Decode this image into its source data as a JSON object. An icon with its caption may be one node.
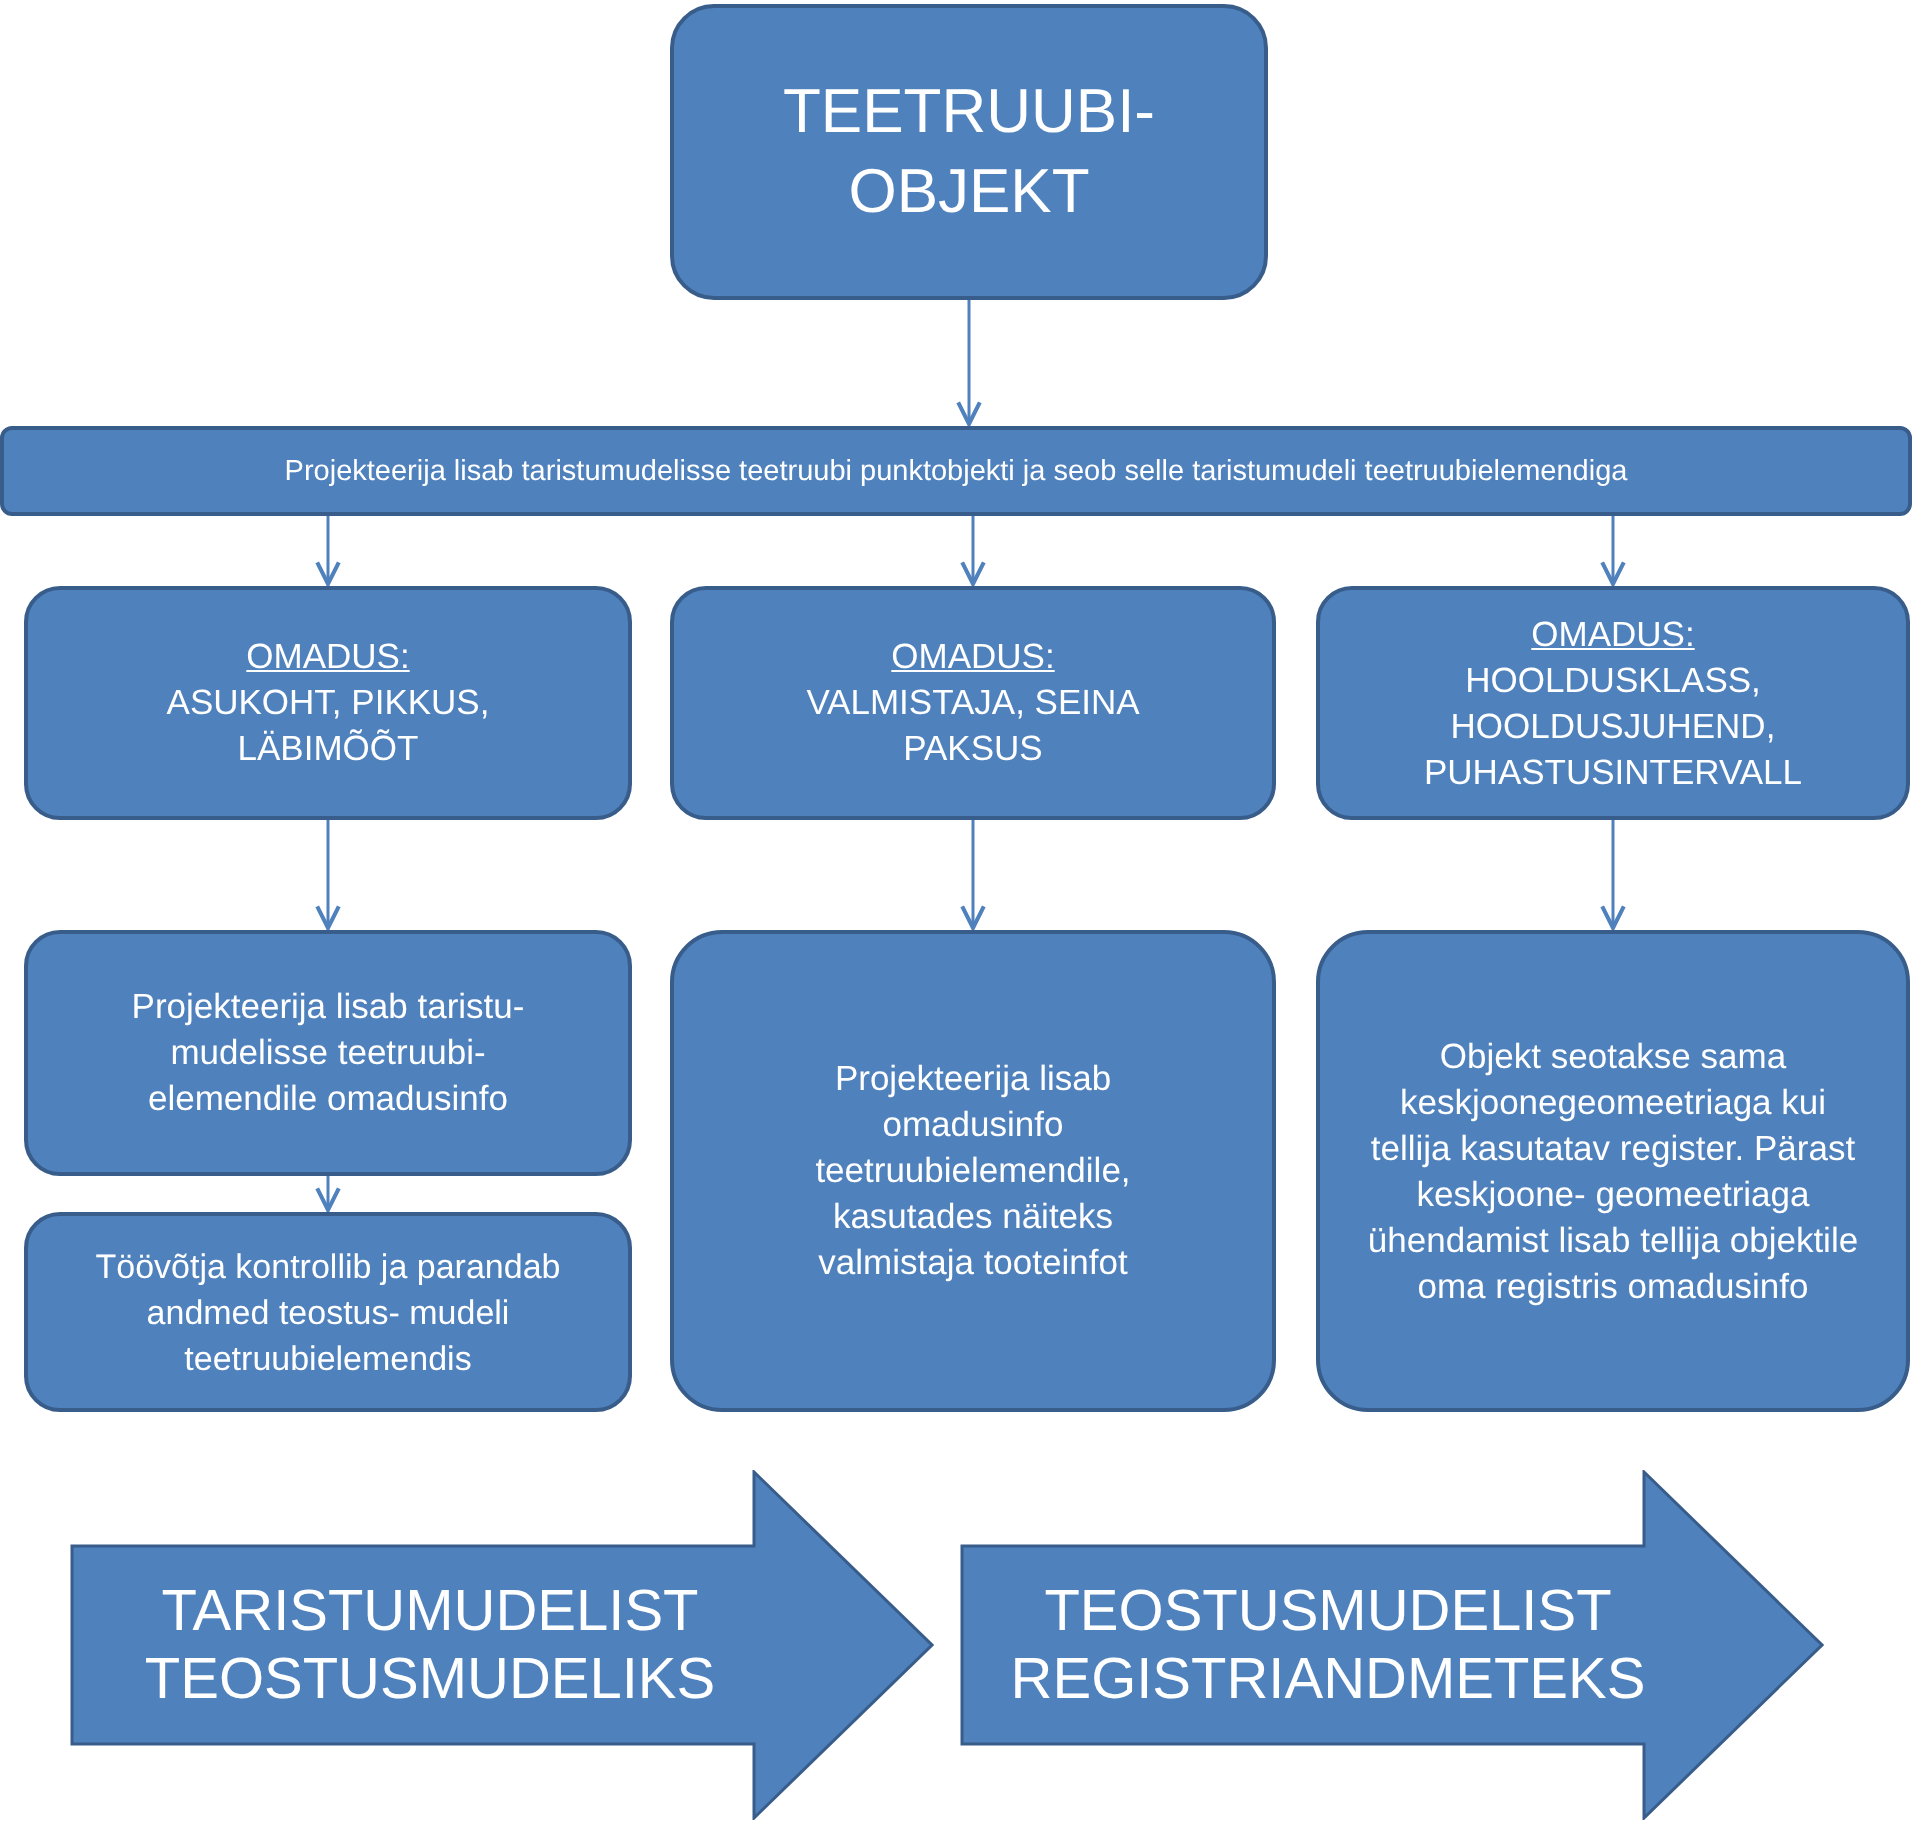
{
  "diagram": {
    "nodes": [
      {
        "text": [
          "TEETRUUBI- OBJEKT"
        ]
      },
      {
        "text": [
          "Projekteerija lisab taristumudelisse teetruubi punktobjekti ja seob selle taristumudeli teetruubielemendiga"
        ]
      },
      {
        "text": [
          "OMADUS:",
          "ASUKOHT, PIKKUS, LÄBIMÕÕT"
        ]
      },
      {
        "text": [
          "OMADUS:",
          "VALMISTAJA, SEINA PAKSUS"
        ]
      },
      {
        "text": [
          "OMADUS:",
          "HOOLDUSKLASS, HOOLDUSJUHEND, PUHASTUSINTERVALL"
        ]
      },
      {
        "text": [
          "Projekteerija lisab taristu- mudelisse teetruubi- elemendile omadusinfo"
        ]
      },
      {
        "text": [
          "Töövõtja kontrollib ja parandab andmed teostus- mudeli teetruubielemendis"
        ]
      },
      {
        "text": [
          "Projekteerija lisab omadusinfo teetruubielemendile, kasutades näiteks valmistaja tooteinfot"
        ]
      },
      {
        "text": [
          "Objekt seotakse sama keskjoonegeomeetriaga kui tellija kasutatav register. Pärast keskjoone- geomeetriaga ühendamist lisab tellija objektile oma registris omadusinfo"
        ]
      },
      {
        "text": [
          "TARISTUMUDELIST TEOSTUSMUDELIKS"
        ]
      },
      {
        "text": [
          "TEOSTUSMUDELIST REGISTRIANDMETEKS"
        ]
      }
    ],
    "edges": [
      {
        "from": 0,
        "to": 1,
        "arrow": "to"
      },
      {
        "from": 1,
        "to": 2,
        "arrow": "to"
      },
      {
        "from": 1,
        "to": 3,
        "arrow": "to"
      },
      {
        "from": 1,
        "to": 4,
        "arrow": "to"
      },
      {
        "from": 2,
        "to": 5,
        "arrow": "to"
      },
      {
        "from": 5,
        "to": 6,
        "arrow": "to"
      },
      {
        "from": 3,
        "to": 7,
        "arrow": "to"
      },
      {
        "from": 4,
        "to": 8,
        "arrow": "to"
      }
    ]
  }
}
